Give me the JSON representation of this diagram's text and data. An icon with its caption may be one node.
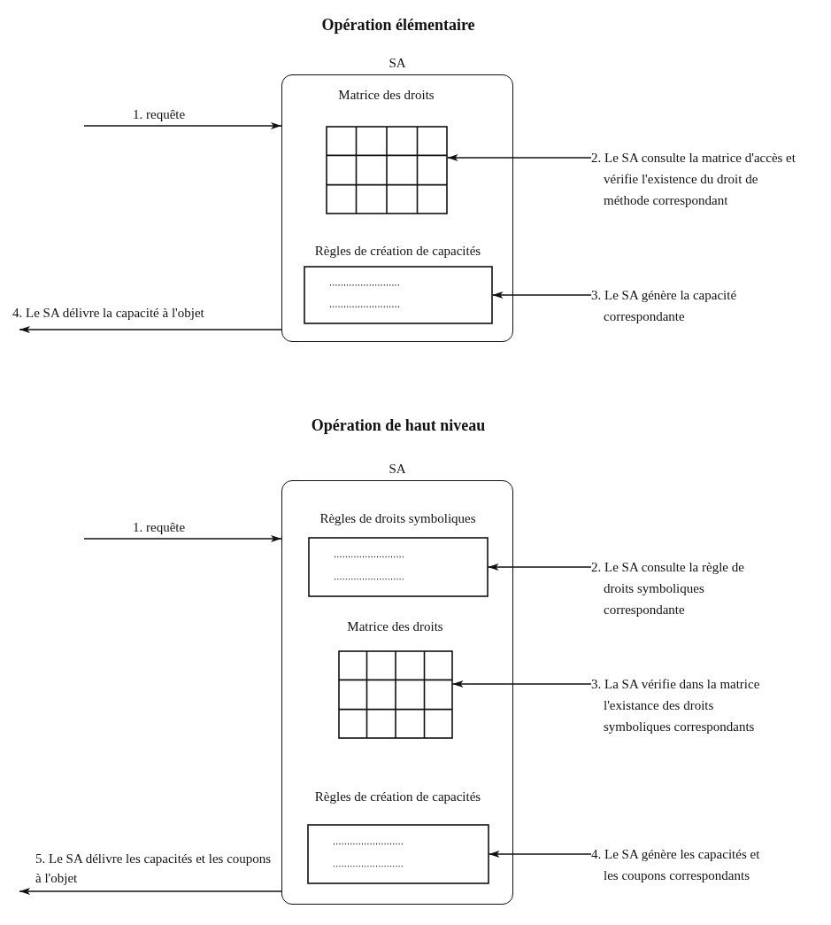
{
  "diagram": {
    "nodes": [
      {
        "text": [
          "SA"
        ]
      },
      {
        "text": [
          "Matrice des droits"
        ],
        "in": 0
      },
      {
        "text": [
          "Règles de création de capacités"
        ],
        "in": 0
      },
      {
        "text": [
          "2. Le SA consulte la matrice d'accès et vérifie l'existence du droit de méthode correspondant"
        ]
      },
      {
        "text": [
          "3. Le SA génère la capacité correspondante"
        ]
      },
      {
        "text": [
          "SA"
        ]
      },
      {
        "text": [
          "Règles de droits symboliques"
        ],
        "in": 5
      },
      {
        "text": [
          "Matrice des droits"
        ],
        "in": 5
      },
      {
        "text": [
          "Règles de création de capacités"
        ],
        "in": 5
      },
      {
        "text": [
          "2. Le SA consulte la règle de droits symboliques correspondante"
        ]
      },
      {
        "text": [
          "3. La SA vérifie dans la matrice l'existance des droits symboliques correspondants"
        ]
      },
      {
        "text": [
          "4. Le SA génère les capacités et les coupons correspondants"
        ]
      }
    ],
    "edges": [
      {
        "from": null,
        "to": 0,
        "arrow": "to",
        "label": "1. requête"
      },
      {
        "from": 3,
        "to": 1,
        "arrow": "to"
      },
      {
        "from": 4,
        "to": 2,
        "arrow": "to"
      },
      {
        "from": 0,
        "to": null,
        "arrow": "to",
        "label": "4. Le SA délivre la capacité à l'objet"
      },
      {
        "from": null,
        "to": 5,
        "arrow": "to",
        "label": "1. requête"
      },
      {
        "from": 9,
        "to": 6,
        "arrow": "to"
      },
      {
        "from": 10,
        "to": 7,
        "arrow": "to"
      },
      {
        "from": 11,
        "to": 8,
        "arrow": "to"
      },
      {
        "from": 5,
        "to": null,
        "arrow": "to",
        "label": "5. Le SA délivre les capacités et les coupons à l'objet"
      }
    ],
    "labels": [
      "Opération élémentaire",
      "Opération de haut niveau"
    ]
  }
}
